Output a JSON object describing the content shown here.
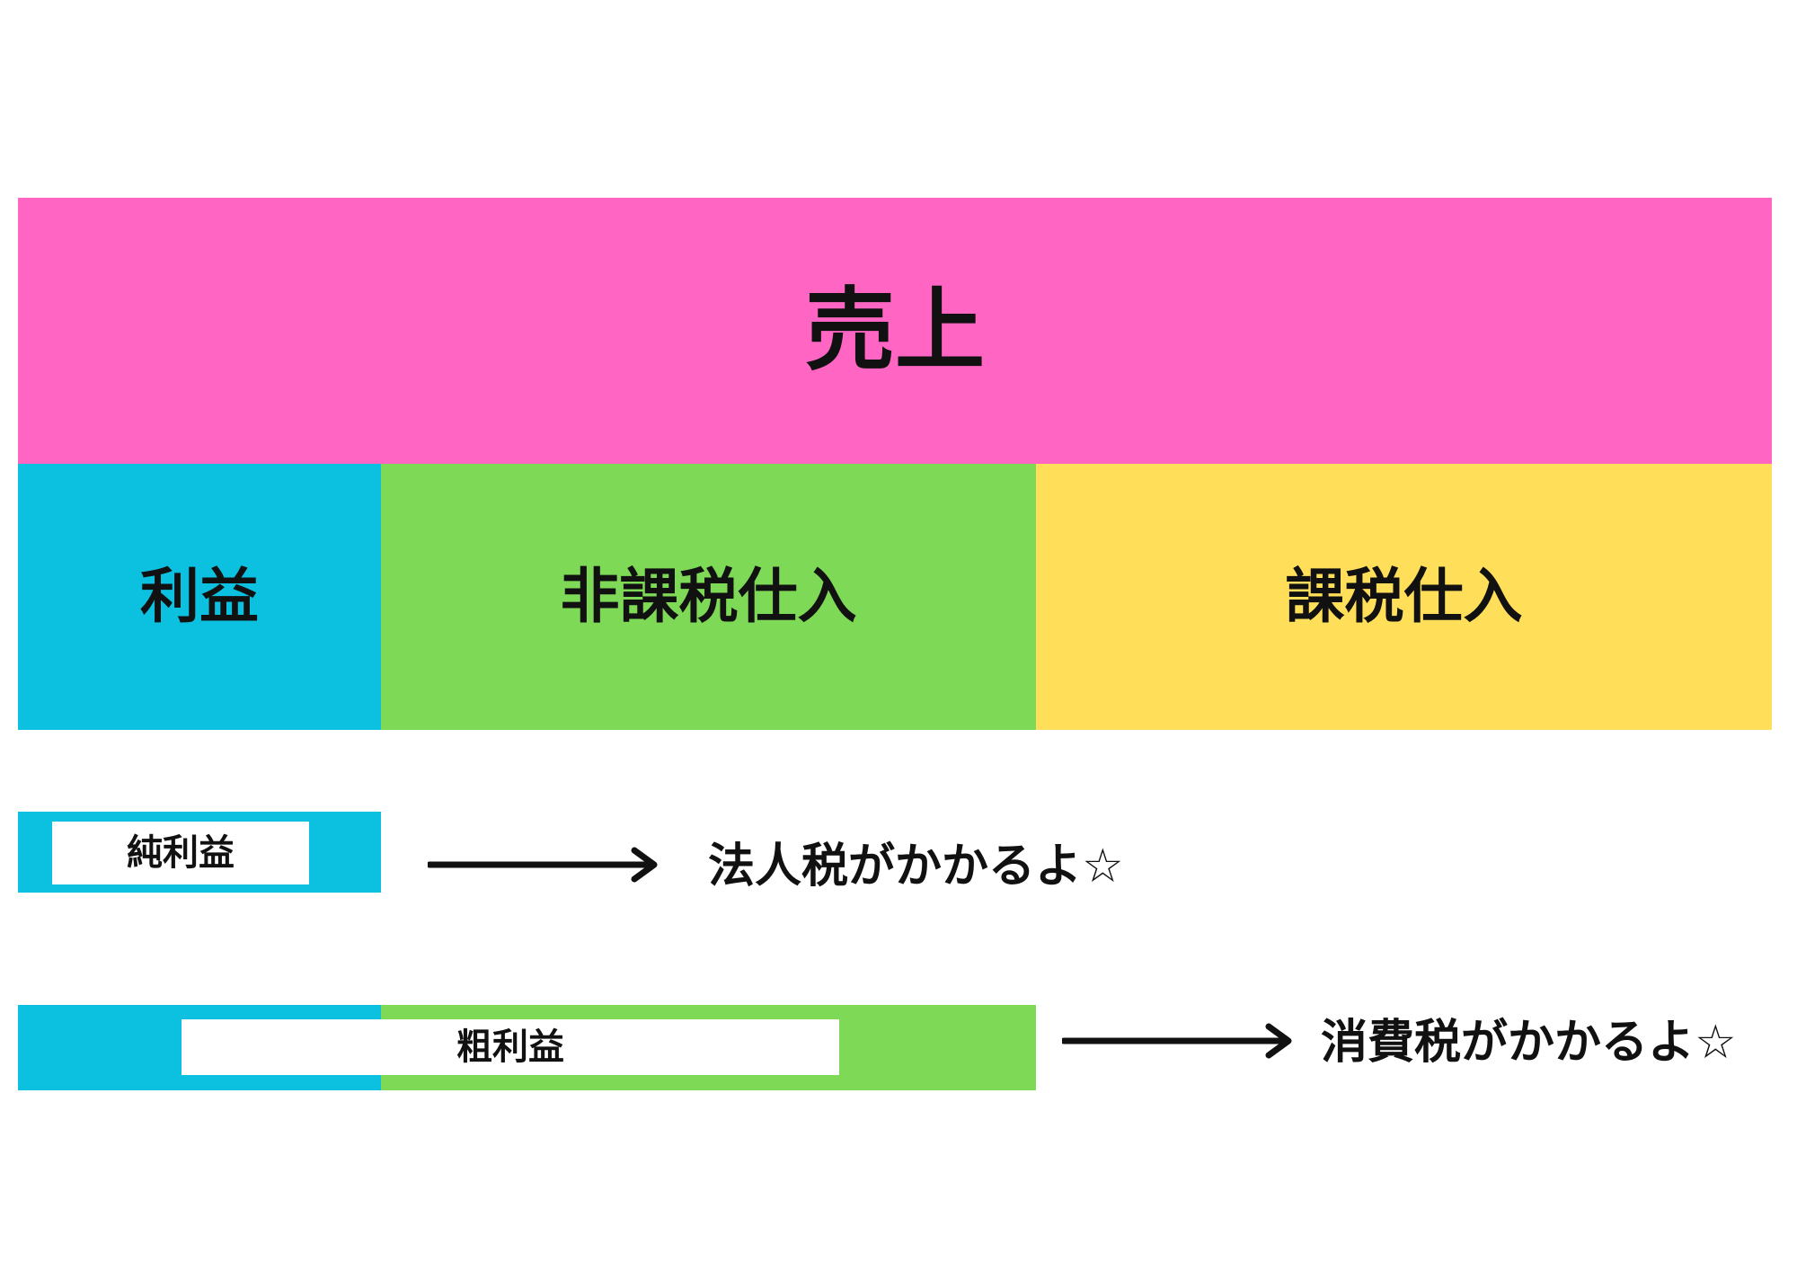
{
  "colors": {
    "sales": "#ff66c4",
    "profit": "#0cc0df",
    "non_taxable": "#7ed957",
    "taxable": "#ffde59",
    "label_box": "#ffffff",
    "text": "#111111"
  },
  "top": {
    "sales_label": "売上"
  },
  "breakdown": {
    "profit_label": "利益",
    "non_taxable_label": "非課税仕入",
    "taxable_label": "課税仕入"
  },
  "net_profit": {
    "label": "純利益",
    "note": "法人税がかかるよ☆"
  },
  "gross_profit": {
    "label": "粗利益",
    "note": "消費税がかかるよ☆"
  }
}
